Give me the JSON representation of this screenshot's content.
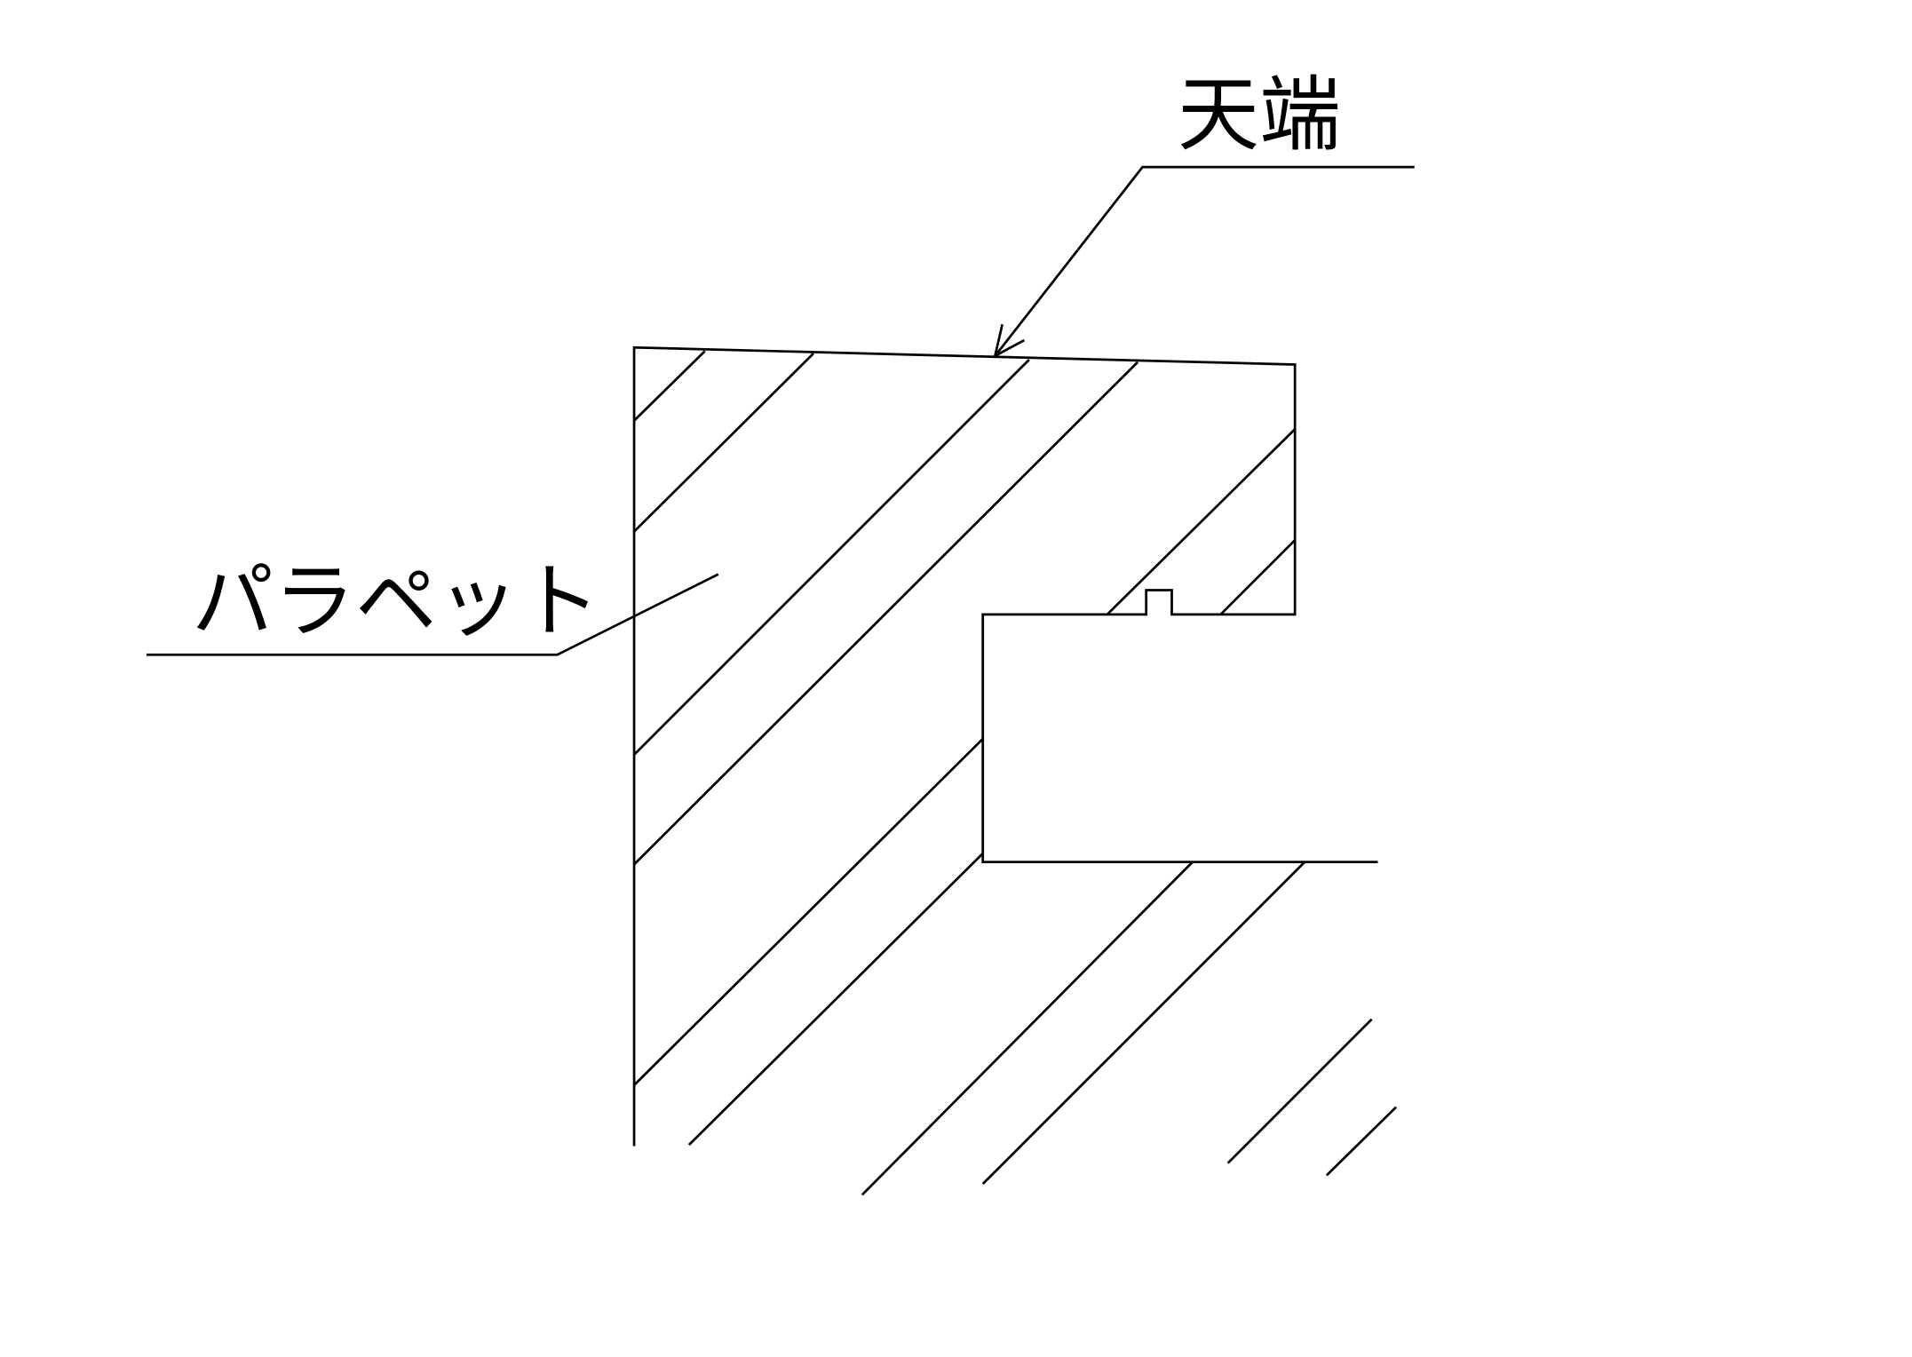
{
  "diagram": {
    "type": "architectural section detail (hatched parapet cross-section)",
    "labels": {
      "top_edge": "天端",
      "parapet": "パラペット"
    },
    "colors": {
      "line": "#000000",
      "background": "#ffffff"
    }
  }
}
